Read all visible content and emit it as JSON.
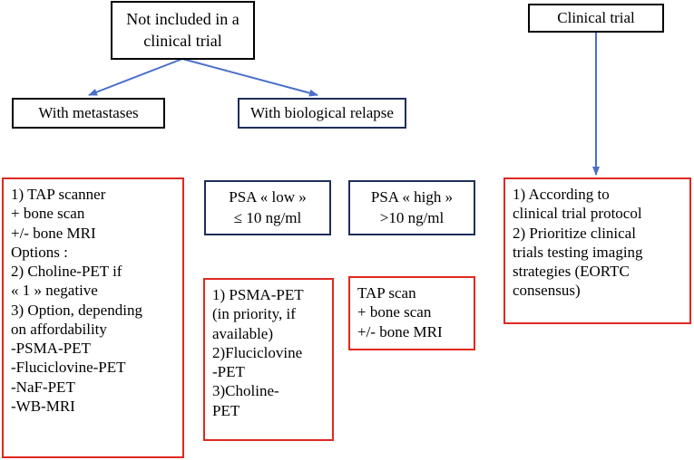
{
  "colors": {
    "arrow": "#4a6fc9",
    "black_border": "#000000",
    "navy_border": "#1f2d5a",
    "red_border": "#e0281f"
  },
  "nodes": {
    "not_included": "Not included in a\nclinical trial",
    "clinical_trial": "Clinical trial",
    "with_metastases": "With metastases",
    "biological_relapse": "With biological relapse",
    "psa_low": "PSA « low »\n≤ 10 ng/ml",
    "psa_high": "PSA « high »\n>10 ng/ml"
  },
  "metastases_options": [
    "1)   TAP scanner",
    "+ bone scan",
    "+/- bone MRI",
    "Options :",
    "2) Choline-PET if",
    "« 1 » negative",
    "3) Option, depending",
    "on affordability",
    "-PSMA-PET",
    "-Fluciclovine-PET",
    "-NaF-PET",
    "-WB-MRI"
  ],
  "psa_low_options": [
    "1) PSMA-PET",
    "(in priority, if",
    "available)",
    "2)Fluciclovine",
    "-PET",
    "3)Choline-",
    "PET"
  ],
  "psa_high_options": [
    "TAP scan",
    "+ bone scan",
    "+/- bone MRI"
  ],
  "clinical_trial_options": [
    "1) According to",
    "clinical trial protocol",
    "2) Prioritize clinical",
    "trials  testing imaging",
    "strategies (EORTC",
    "consensus)"
  ]
}
